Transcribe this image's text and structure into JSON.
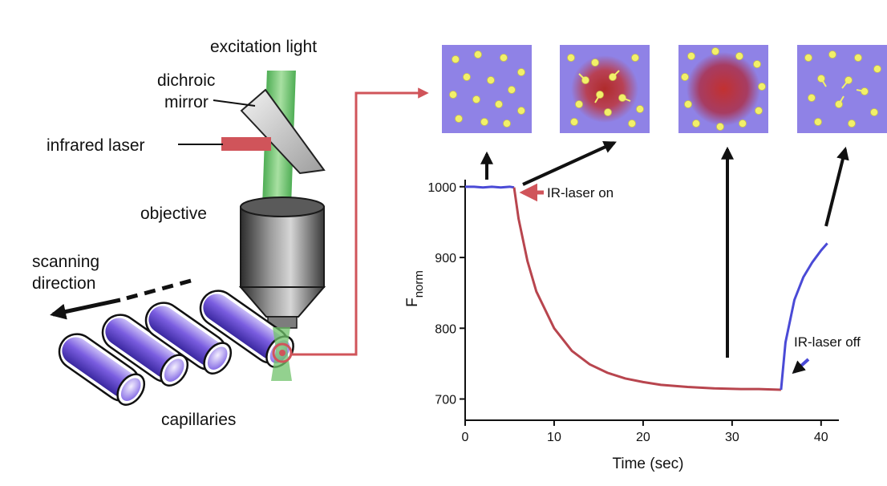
{
  "labels": {
    "excitation_light": "excitation light",
    "dichroic_line1": "dichroic",
    "dichroic_line2": "mirror",
    "infrared_laser": "infrared laser",
    "objective": "objective",
    "scanning_line1": "scanning",
    "scanning_line2": "direction",
    "capillaries": "capillaries"
  },
  "colors": {
    "beam_green": "#6fc26a",
    "laser_red": "#d0545a",
    "trace_blue": "#4a4ad6",
    "trace_red": "#b8454e",
    "panel_purple": "#8f82e6",
    "dot_yellow": "#f2f06a",
    "capillary_purple": "#6d4fd8"
  },
  "panels": [
    {
      "state": "laser-off-uniform"
    },
    {
      "state": "heating-depletion"
    },
    {
      "state": "steady-state-depleted"
    },
    {
      "state": "back-diffusion"
    }
  ],
  "chart_data": {
    "type": "line",
    "xlabel": "Time (sec)",
    "ylabel_main": "F",
    "ylabel_sub": "norm",
    "xlim": [
      0,
      42
    ],
    "ylim": [
      670,
      1010
    ],
    "xticks": [
      0,
      10,
      20,
      30,
      40
    ],
    "yticks": [
      700,
      800,
      900,
      1000
    ],
    "series": [
      {
        "segment": "before-laser",
        "color": "#4a4ad6",
        "x": [
          0,
          1,
          2,
          3,
          4,
          5,
          5.5
        ],
        "y": [
          1000,
          1000,
          999,
          1000,
          999,
          1000,
          999
        ]
      },
      {
        "segment": "laser-on",
        "color": "#b8454e",
        "x": [
          5.5,
          6,
          7,
          8,
          10,
          12,
          14,
          16,
          18,
          20,
          22,
          25,
          28,
          31,
          33,
          35.5
        ],
        "y": [
          999,
          955,
          895,
          852,
          800,
          768,
          749,
          737,
          729,
          724,
          720,
          717,
          715,
          714,
          714,
          713
        ]
      },
      {
        "segment": "laser-off",
        "color": "#4a4ad6",
        "x": [
          35.5,
          36,
          37,
          38,
          39,
          40,
          40.7
        ],
        "y": [
          713,
          780,
          840,
          872,
          893,
          910,
          920
        ]
      }
    ],
    "annotations": {
      "laser_on": "IR-laser on",
      "laser_off": "IR-laser off"
    }
  }
}
